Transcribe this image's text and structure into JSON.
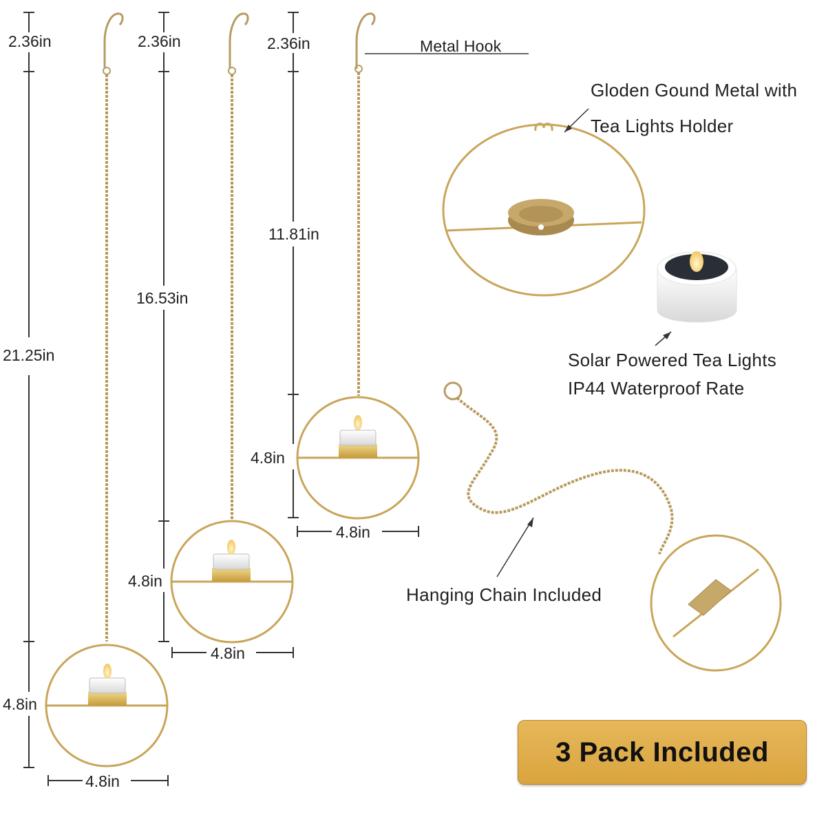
{
  "dimensions": {
    "hook_height": "2.36in",
    "chain_long": "21.25in",
    "chain_medium": "16.53in",
    "chain_short": "11.81in",
    "ring_size": "4.8in"
  },
  "callouts": {
    "metal_hook": "Metal Hook",
    "holder_line1": "Gloden Gound Metal with",
    "holder_line2": "Tea Lights Holder",
    "solar_line1": "Solar Powered Tea Lights",
    "solar_line2": "IP44 Waterproof Rate",
    "chain": "Hanging Chain Included"
  },
  "badge": {
    "text": "3 Pack Included"
  },
  "colors": {
    "gold": "#c9a55a",
    "badge": "#dca744",
    "dim_line": "#333333"
  },
  "icons": [
    "hook-icon",
    "chain-icon",
    "ring-holder-icon",
    "tea-light-icon"
  ]
}
